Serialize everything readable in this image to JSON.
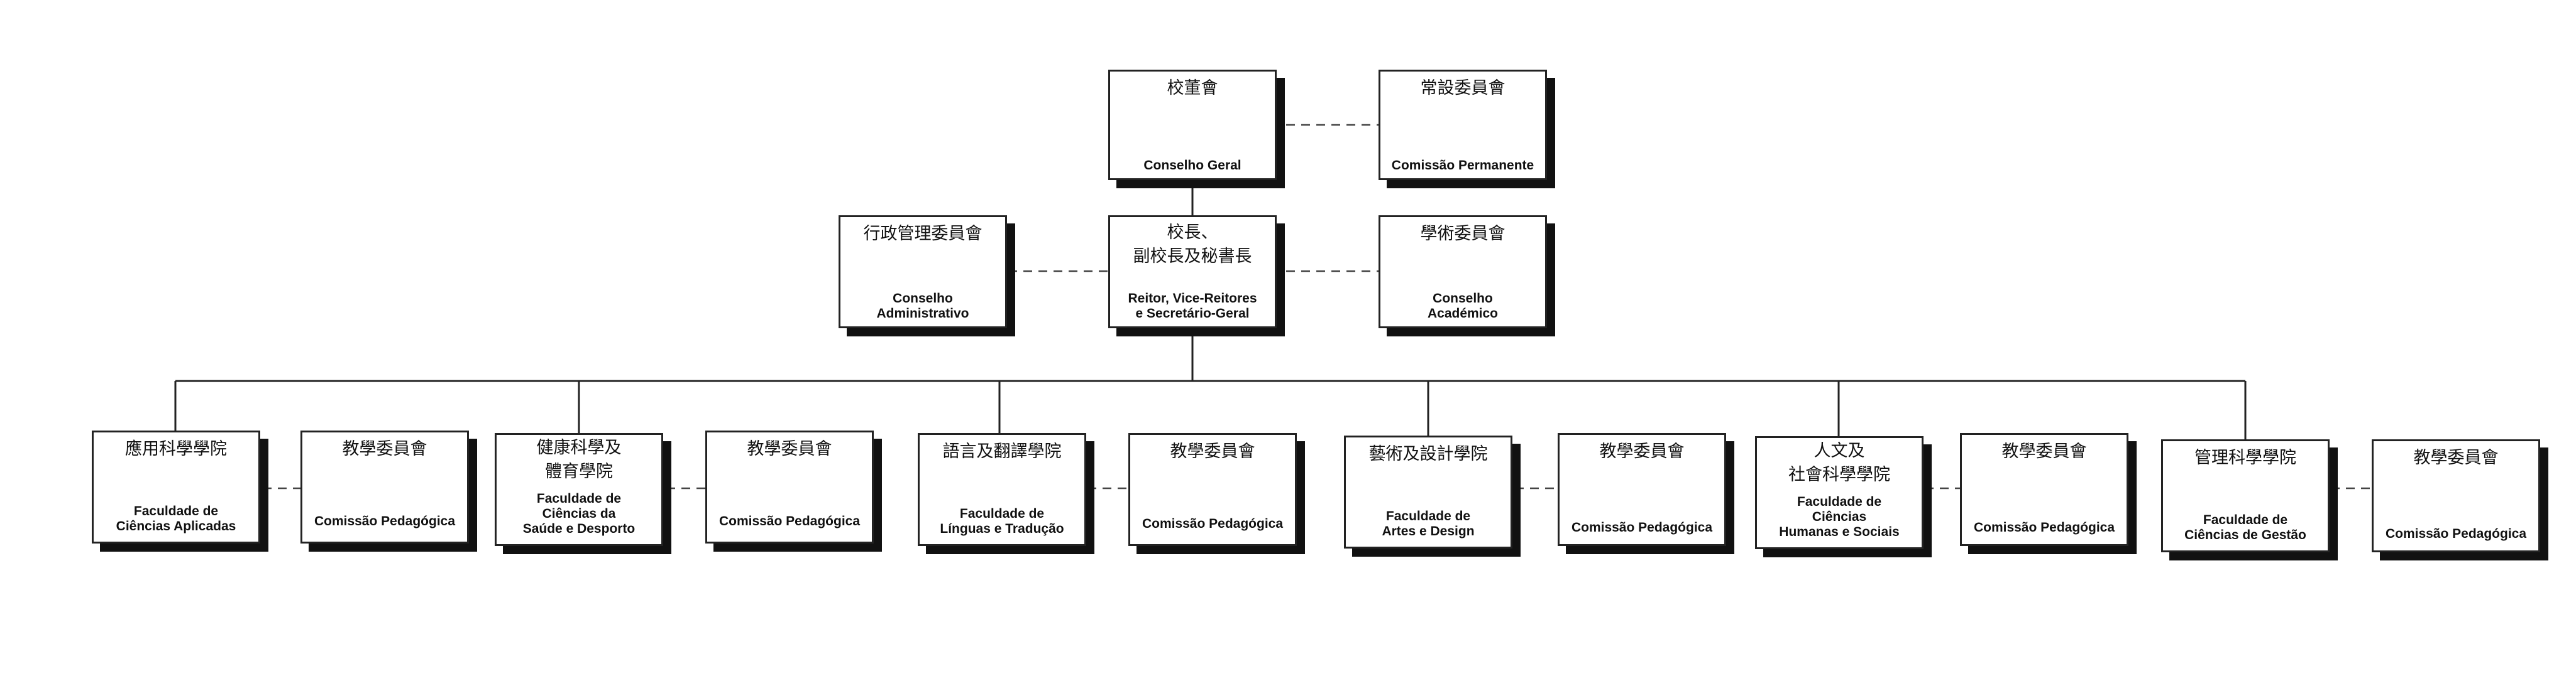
{
  "nodes": {
    "conselho_geral": {
      "zh": "校董會",
      "pt": "Conselho Geral"
    },
    "comissao_permanente": {
      "zh": "常設委員會",
      "pt": "Comissão Permanente"
    },
    "conselho_administrativo": {
      "zh": "行政管理委員會",
      "pt": "Conselho\nAdministrativo"
    },
    "reitor": {
      "zh": "校長、\n副校長及秘書長",
      "pt": "Reitor, Vice-Reitores\ne Secretário-Geral"
    },
    "conselho_academico": {
      "zh": "學術委員會",
      "pt": "Conselho\nAcadémico"
    },
    "fca": {
      "zh": "應用科學學院",
      "pt": "Faculdade de\nCiências Aplicadas"
    },
    "cp1": {
      "zh": "教學委員會",
      "pt": "Comissão Pedagógica"
    },
    "fcsd": {
      "zh": "健康科學及\n體育學院",
      "pt": "Faculdade de\nCiências da\nSaúde e Desporto"
    },
    "cp2": {
      "zh": "教學委員會",
      "pt": "Comissão Pedagógica"
    },
    "flt": {
      "zh": "語言及翻譯學院",
      "pt": "Faculdade de\nLínguas e Tradução"
    },
    "cp3": {
      "zh": "教學委員會",
      "pt": "Comissão Pedagógica"
    },
    "fad": {
      "zh": "藝術及設計學院",
      "pt": "Faculdade de\nArtes e Design"
    },
    "cp4": {
      "zh": "教學委員會",
      "pt": "Comissão Pedagógica"
    },
    "fchs": {
      "zh": "人文及\n社會科學學院",
      "pt": "Faculdade de\nCiências\nHumanas e Sociais"
    },
    "cp5": {
      "zh": "教學委員會",
      "pt": "Comissão Pedagógica"
    },
    "fcg": {
      "zh": "管理科學學院",
      "pt": "Faculdade de\nCiências de Gestão"
    },
    "cp6": {
      "zh": "教學委員會",
      "pt": "Comissão Pedagógica"
    }
  }
}
